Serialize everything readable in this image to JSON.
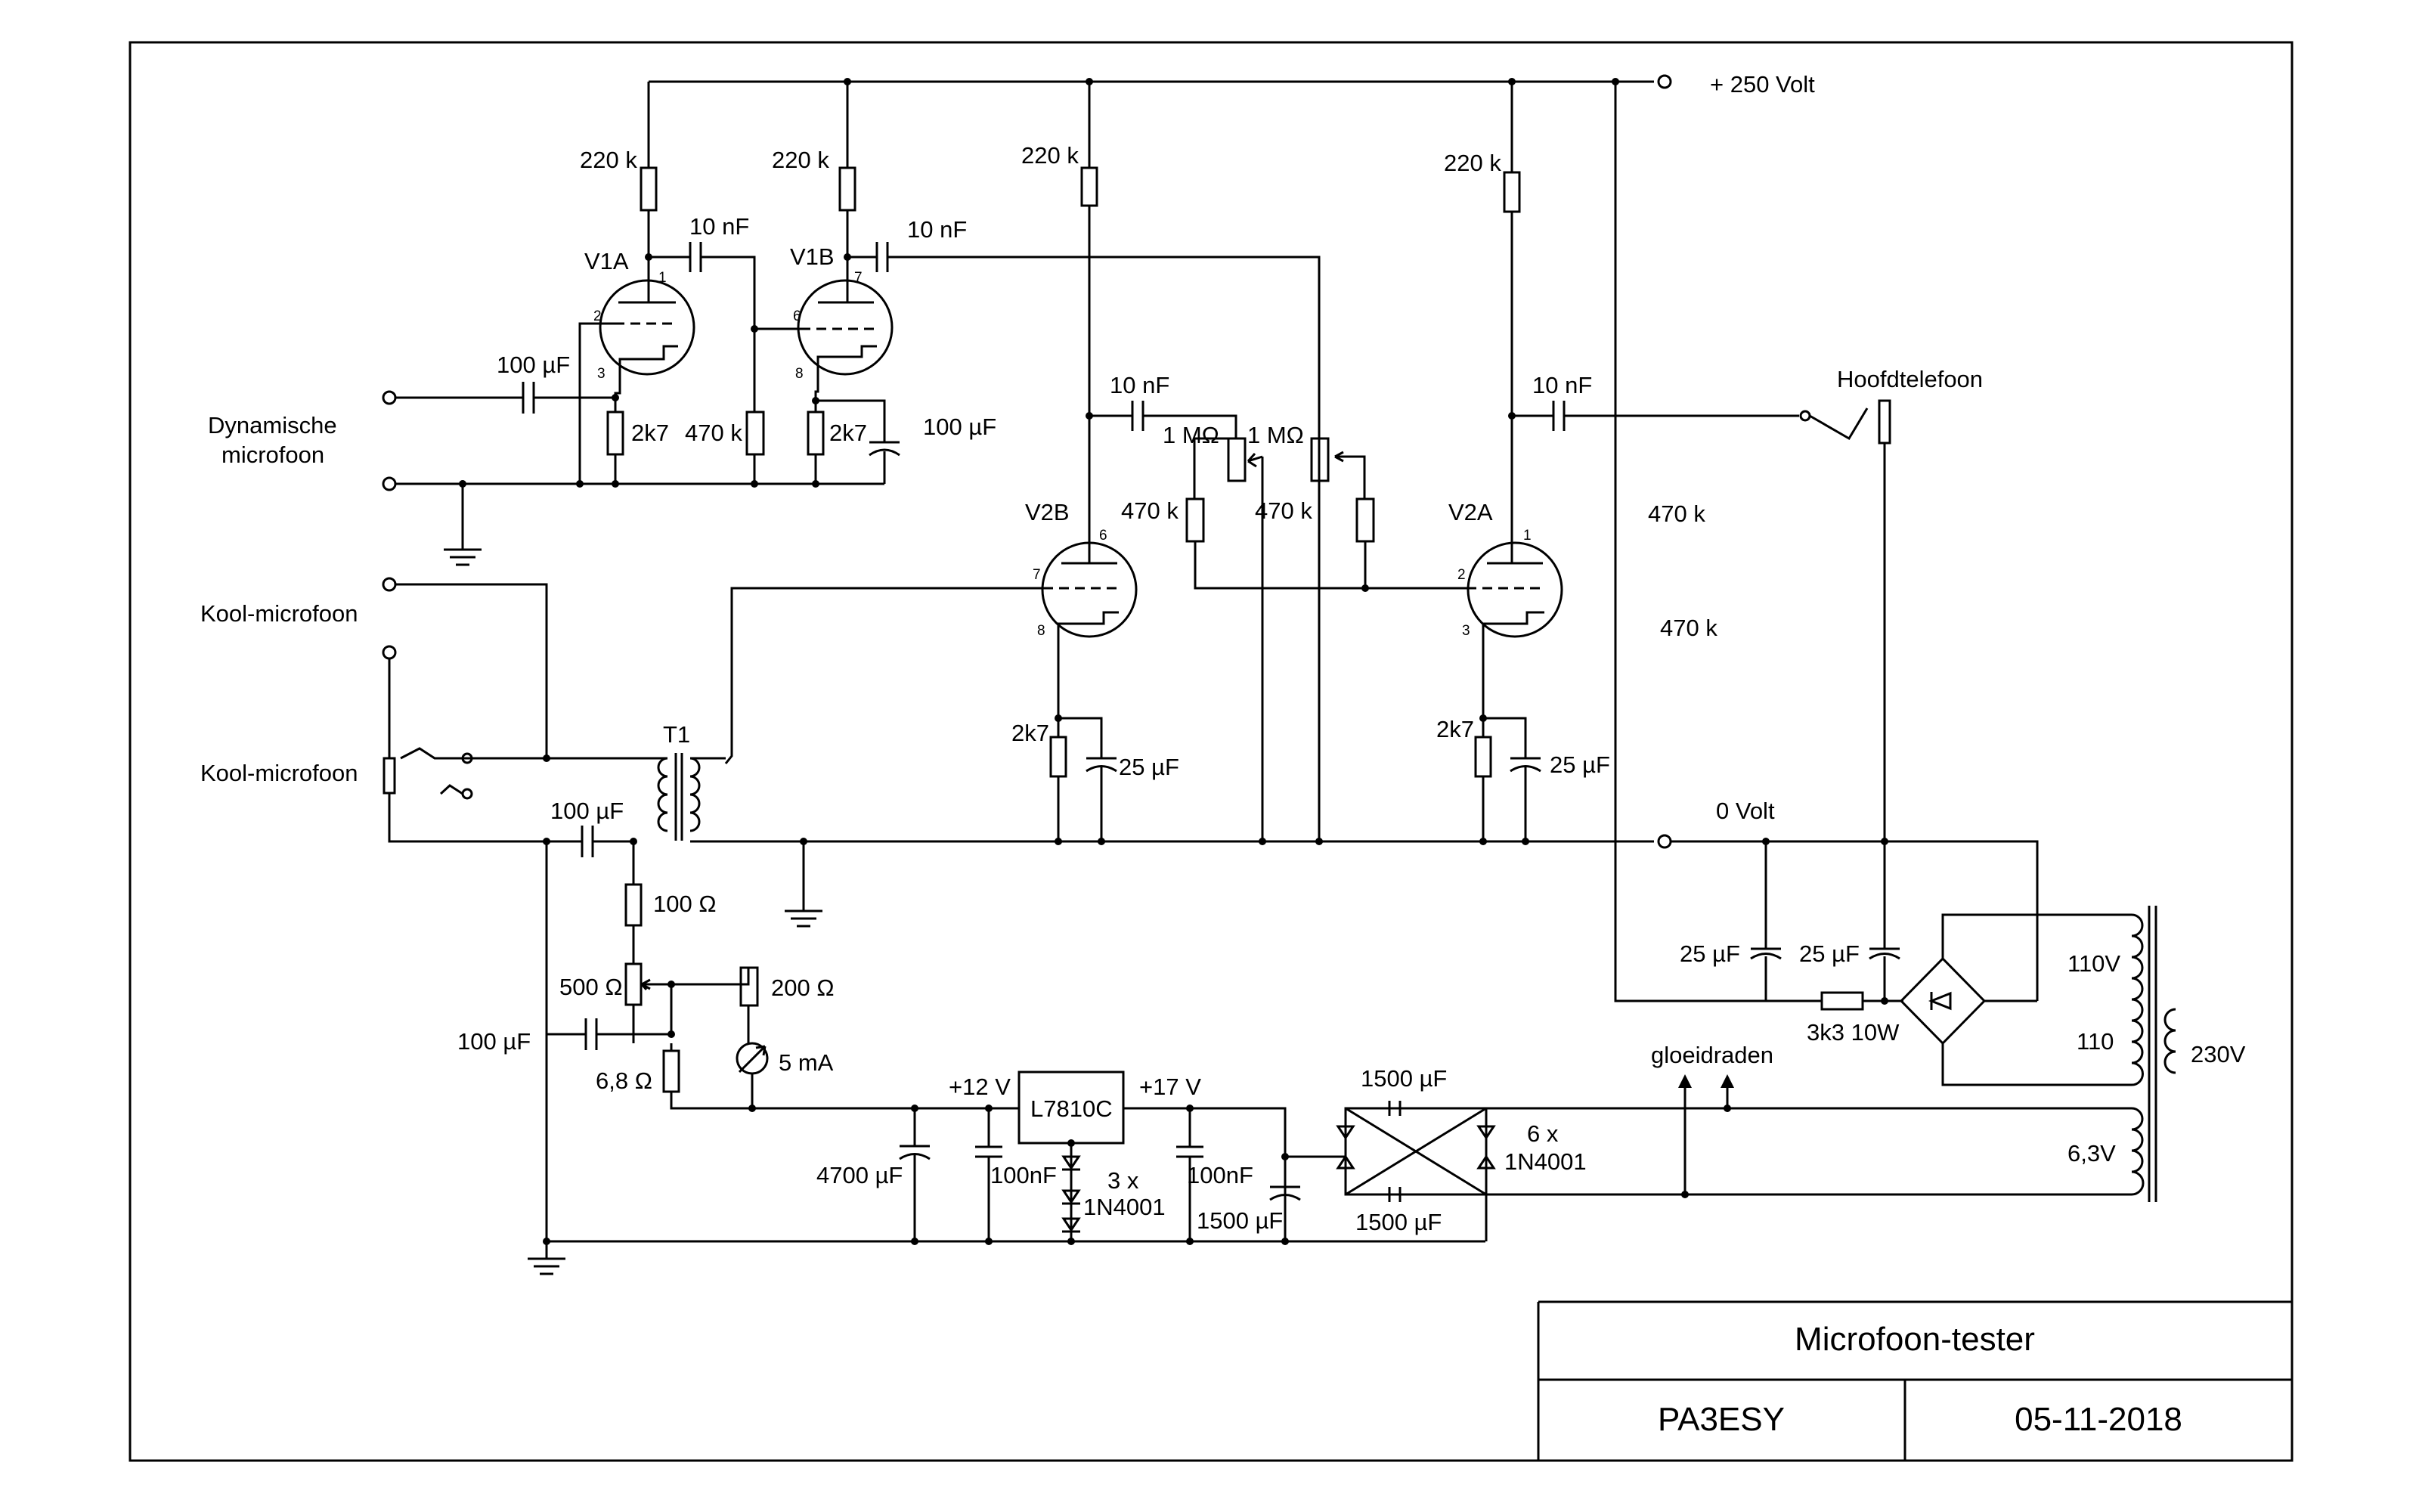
{
  "title_block": {
    "title": "Microfoon-tester",
    "author": "PA3ESY",
    "date": "05-11-2018"
  },
  "rails": {
    "b_plus": "+ 250 Volt",
    "zero": "0 Volt"
  },
  "tubes": {
    "v1a": "V1A",
    "v1b": "V1B",
    "v2b": "V2B",
    "v2a": "V2A",
    "pins": {
      "v1a_anode": "1",
      "v1a_grid": "2",
      "v1a_cathode": "3",
      "v1b_grid": "6",
      "v1b_anode": "7",
      "v1b_cathode": "8",
      "v2b_anode": "6",
      "v2b_grid": "7",
      "v2b_cathode": "8",
      "v2a_anode": "1",
      "v2a_grid": "2",
      "v2a_cathode": "3"
    }
  },
  "inputs": {
    "dynamic_1": "Dynamische",
    "dynamic_2": "microfoon",
    "carbon_a": "Kool-microfoon",
    "carbon_b": "Kool-microfoon"
  },
  "components": {
    "r_220k_1": "220 k",
    "r_220k_2": "220 k",
    "r_220k_3": "220 k",
    "r_220k_4": "220 k",
    "c_10n_1": "10 nF",
    "c_10n_2": "10 nF",
    "c_10n_3": "10 nF",
    "c_10n_4": "10 nF",
    "c_100u_in": "100 µF",
    "r_2k7_1": "2k7",
    "r_470k_1": "470 k",
    "r_2k7_2": "2k7",
    "c_100u_2": "100 µF",
    "pot_1m_a": "1 MΩ",
    "pot_1m_b": "1 MΩ",
    "r_470k_2": "470 k",
    "r_470k_3": "470 k",
    "r_470k_4": "470 k",
    "r_470k_5": "470 k",
    "r_2k7_3": "2k7",
    "c_25u_1": "25 µF",
    "r_2k7_4": "2k7",
    "c_25u_2": "25 µF",
    "t1": "T1",
    "c_100u_3": "100 µF",
    "r_100ohm": "100 Ω",
    "pot_500ohm": "500 Ω",
    "pot_200ohm": "200 Ω",
    "c_100u_4": "100  µF",
    "r_6_8ohm": "6,8 Ω",
    "meter_5ma": "5 mA",
    "v_12": "+12 V",
    "reg": "L7810C",
    "v_17": "+17 V",
    "c_4700u": "4700 µF",
    "c_100n_1": "100nF",
    "diodes_3x_1": "3 x",
    "diodes_3x_2": "1N4001",
    "c_100n_2": "100nF",
    "c_1500u_1": "1500 µF",
    "c_1500u_2": "1500 µF",
    "c_1500u_3": "1500 µF",
    "diodes_6x_1": "6 x",
    "diodes_6x_2": "1N4001",
    "heaters": "gloeidraden",
    "headphones": "Hoofdtelefoon",
    "c_25u_3": "25 µF",
    "c_25u_4": "25 µF",
    "r_3k3": "3k3 10W",
    "tap_110v": "110V",
    "tap_110": "110",
    "tap_230v": "230V",
    "tap_6v3": "6,3V"
  }
}
